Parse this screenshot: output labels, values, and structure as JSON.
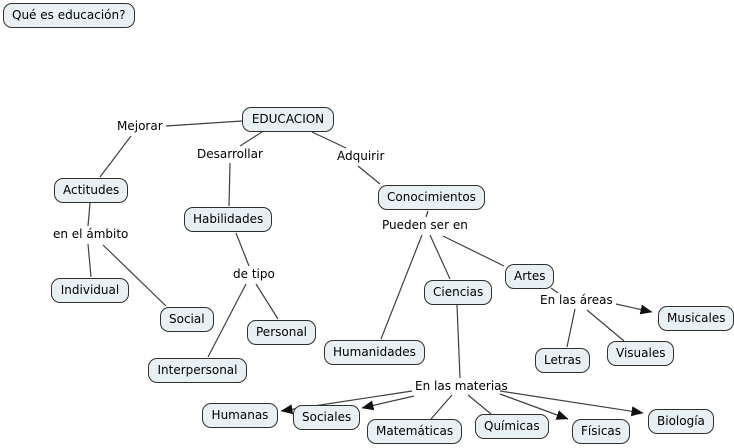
{
  "map": {
    "nodes": {
      "question": "Qué es educación?",
      "educacion": "EDUCACION",
      "actitudes": "Actitudes",
      "habilidades": "Habilidades",
      "conocimientos": "Conocimientos",
      "individual": "Individual",
      "social": "Social",
      "personal": "Personal",
      "interpersonal": "Interpersonal",
      "ciencias": "Ciencias",
      "artes": "Artes",
      "humanidades": "Humanidades",
      "musicales": "Musicales",
      "letras": "Letras",
      "visuales": "Visuales",
      "humanas": "Humanas",
      "sociales": "Sociales",
      "matematicas": "Matemáticas",
      "quimicas": "Químicas",
      "fisicas": "Físicas",
      "biologia": "Biología"
    },
    "linking_phrases": {
      "mejorar": "Mejorar",
      "desarrollar": "Desarrollar",
      "adquirir": "Adquirir",
      "en_el_ambito": "en el ámbito",
      "de_tipo": "de tipo",
      "pueden_ser_en": "Pueden ser en",
      "en_las_areas": "En las áreas",
      "en_las_materias": "En las materias"
    },
    "colors": {
      "background": "#ffffff",
      "node_fill": "#e9f0f4",
      "node_border": "#2f2f2f",
      "line": "#3f3f3f",
      "arrow": "#111111",
      "text": "#000000"
    }
  }
}
